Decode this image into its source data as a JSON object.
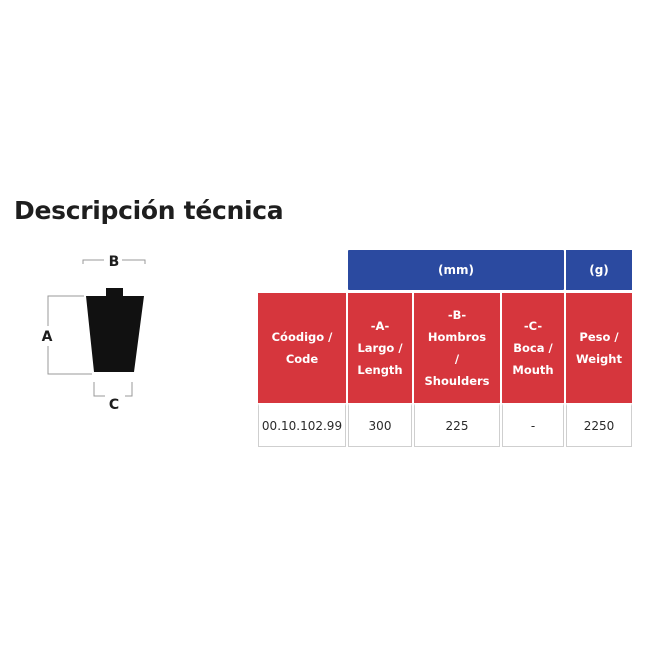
{
  "title": "Descripción técnica",
  "diagram": {
    "label_a": "A",
    "label_b": "B",
    "label_c": "C",
    "fill_color": "#111111"
  },
  "table": {
    "group_headers": {
      "mm": "(mm)",
      "g": "(g)"
    },
    "columns": [
      {
        "line1": "Cóodigo /",
        "line2": "Code",
        "line3": "",
        "line4": ""
      },
      {
        "line1": "-A-",
        "line2": "Largo /",
        "line3": "Length",
        "line4": ""
      },
      {
        "line1": "-B-",
        "line2": "Hombros",
        "line3": "/",
        "line4": "Shoulders"
      },
      {
        "line1": "-C-",
        "line2": "Boca /",
        "line3": "Mouth",
        "line4": ""
      },
      {
        "line1": "Peso /",
        "line2": "Weight",
        "line3": "",
        "line4": ""
      }
    ],
    "row": [
      "00.10.102.99",
      "300",
      "225",
      "-",
      "2250"
    ],
    "colors": {
      "header_blue": "#2b4aa0",
      "header_red": "#d6363d"
    }
  }
}
